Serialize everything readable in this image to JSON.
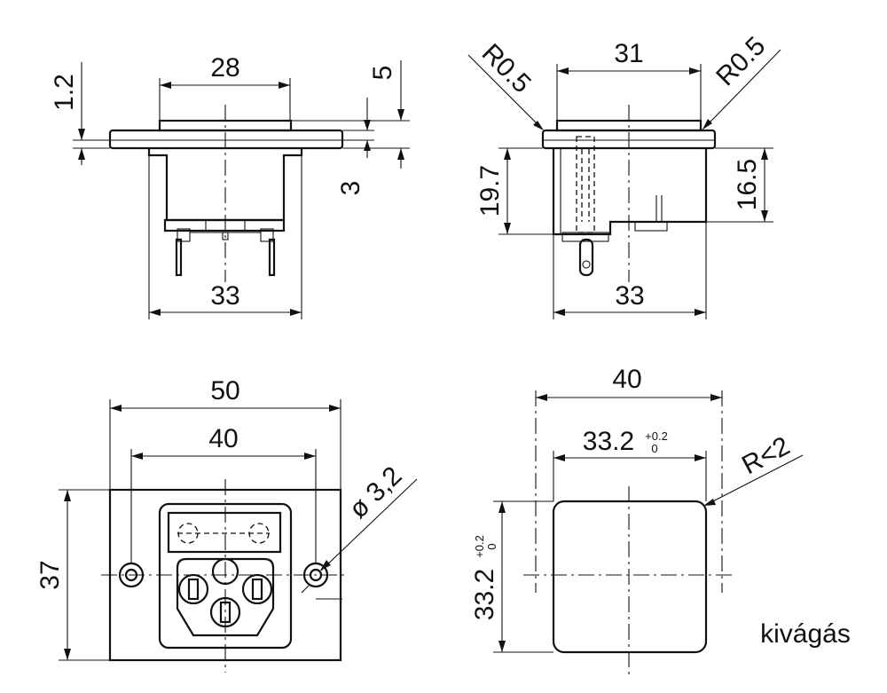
{
  "front_view": {
    "width_top": "28",
    "width_bottom": "33",
    "flange_thickness": "1.2",
    "depth_top": "5",
    "depth_low": "3"
  },
  "side_view": {
    "width_top": "31",
    "width_bottom": "33",
    "radius_left": "R0.5",
    "radius_right": "R0.5",
    "height_left": "19.7",
    "height_right": "16.5"
  },
  "face_view": {
    "overall_width": "50",
    "hole_spacing": "40",
    "height": "37",
    "hole_diameter": "ø 3,2"
  },
  "cutout_view": {
    "overall_width": "40",
    "width": "33.2",
    "width_tol_upper": "+0.2",
    "width_tol_lower": "0",
    "height": "33.2",
    "height_tol_upper": "+0.2",
    "height_tol_lower": "0",
    "corner_radius": "R<2",
    "caption": "kivágás"
  }
}
